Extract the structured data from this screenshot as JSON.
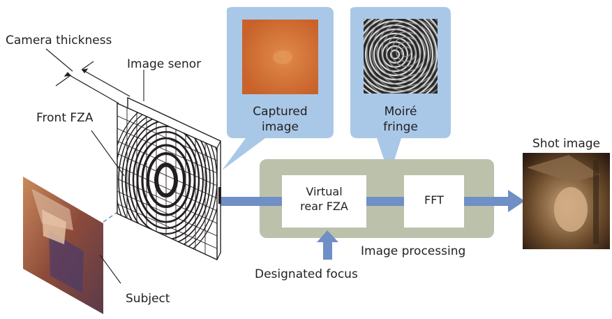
{
  "labels": {
    "camera_thickness": "Camera thickness",
    "image_sensor": "Image senor",
    "front_fza": "Front FZA",
    "subject": "Subject",
    "captured_image_line1": "Captured",
    "captured_image_line2": "image",
    "moire_line1": "Moiré",
    "moire_line2": "fringe",
    "shot_image": "Shot image",
    "virtual_rear_line1": "Virtual",
    "virtual_rear_line2": "rear FZA",
    "fft": "FFT",
    "image_processing": "Image processing",
    "designated_focus": "Designated focus"
  },
  "colors": {
    "callout_fill": "#a9c8e8",
    "arrow_blue": "#6f8fc6",
    "processing_bg": "#bcc1ac",
    "captured_orange": "#cf6a2a",
    "line": "#231f20"
  }
}
